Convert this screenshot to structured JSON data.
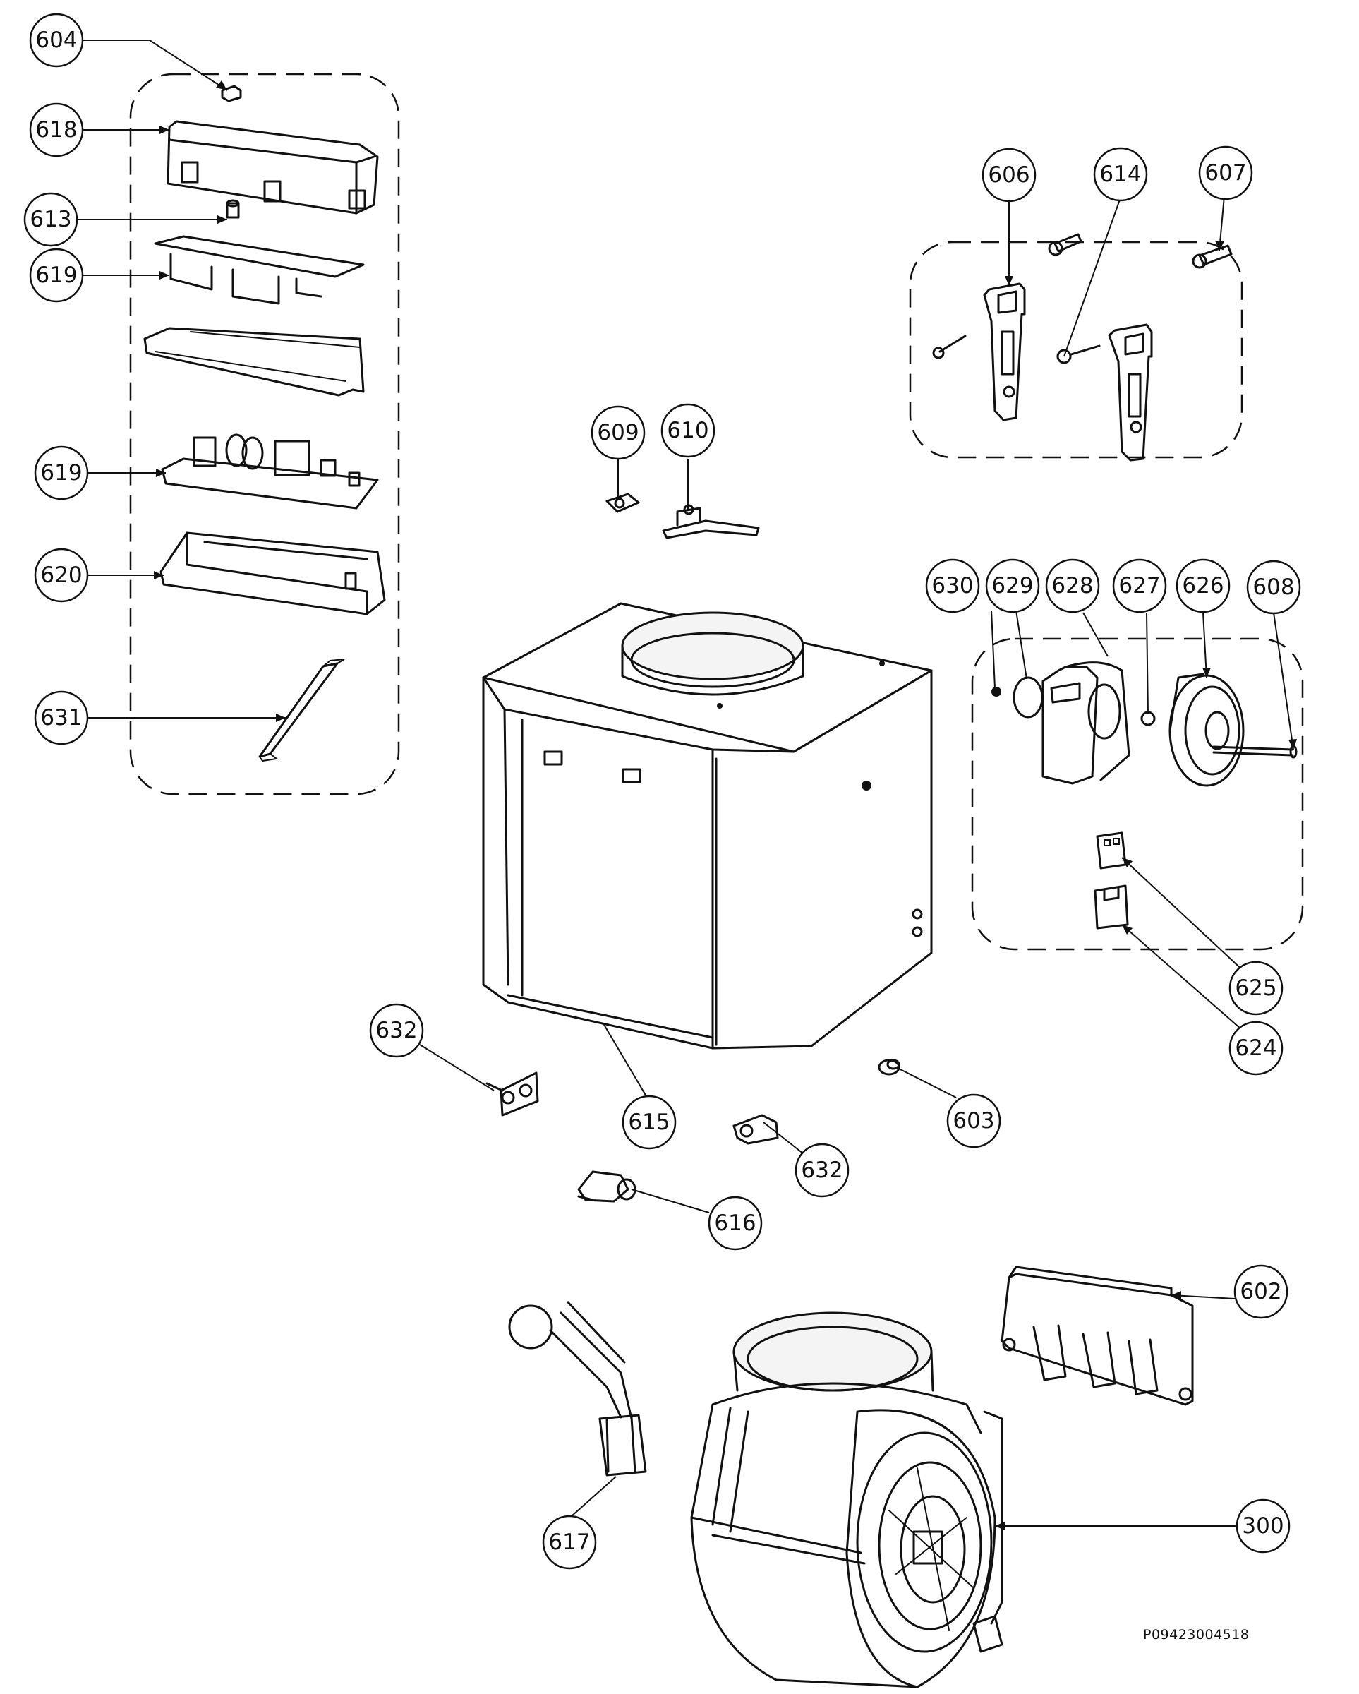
{
  "drawing": {
    "document_id": "P09423004518"
  },
  "callouts": [
    {
      "id": "c604",
      "label": "604"
    },
    {
      "id": "c618",
      "label": "618"
    },
    {
      "id": "c613",
      "label": "613"
    },
    {
      "id": "c619a",
      "label": "619"
    },
    {
      "id": "c619b",
      "label": "619"
    },
    {
      "id": "c620",
      "label": "620"
    },
    {
      "id": "c631",
      "label": "631"
    },
    {
      "id": "c606",
      "label": "606"
    },
    {
      "id": "c614",
      "label": "614"
    },
    {
      "id": "c607",
      "label": "607"
    },
    {
      "id": "c609",
      "label": "609"
    },
    {
      "id": "c610",
      "label": "610"
    },
    {
      "id": "c630",
      "label": "630"
    },
    {
      "id": "c629",
      "label": "629"
    },
    {
      "id": "c628",
      "label": "628"
    },
    {
      "id": "c627",
      "label": "627"
    },
    {
      "id": "c626",
      "label": "626"
    },
    {
      "id": "c608",
      "label": "608"
    },
    {
      "id": "c625",
      "label": "625"
    },
    {
      "id": "c624",
      "label": "624"
    },
    {
      "id": "c632a",
      "label": "632"
    },
    {
      "id": "c615",
      "label": "615"
    },
    {
      "id": "c632b",
      "label": "632"
    },
    {
      "id": "c603",
      "label": "603"
    },
    {
      "id": "c616",
      "label": "616"
    },
    {
      "id": "c602",
      "label": "602"
    },
    {
      "id": "c617",
      "label": "617"
    },
    {
      "id": "c300",
      "label": "300"
    }
  ]
}
